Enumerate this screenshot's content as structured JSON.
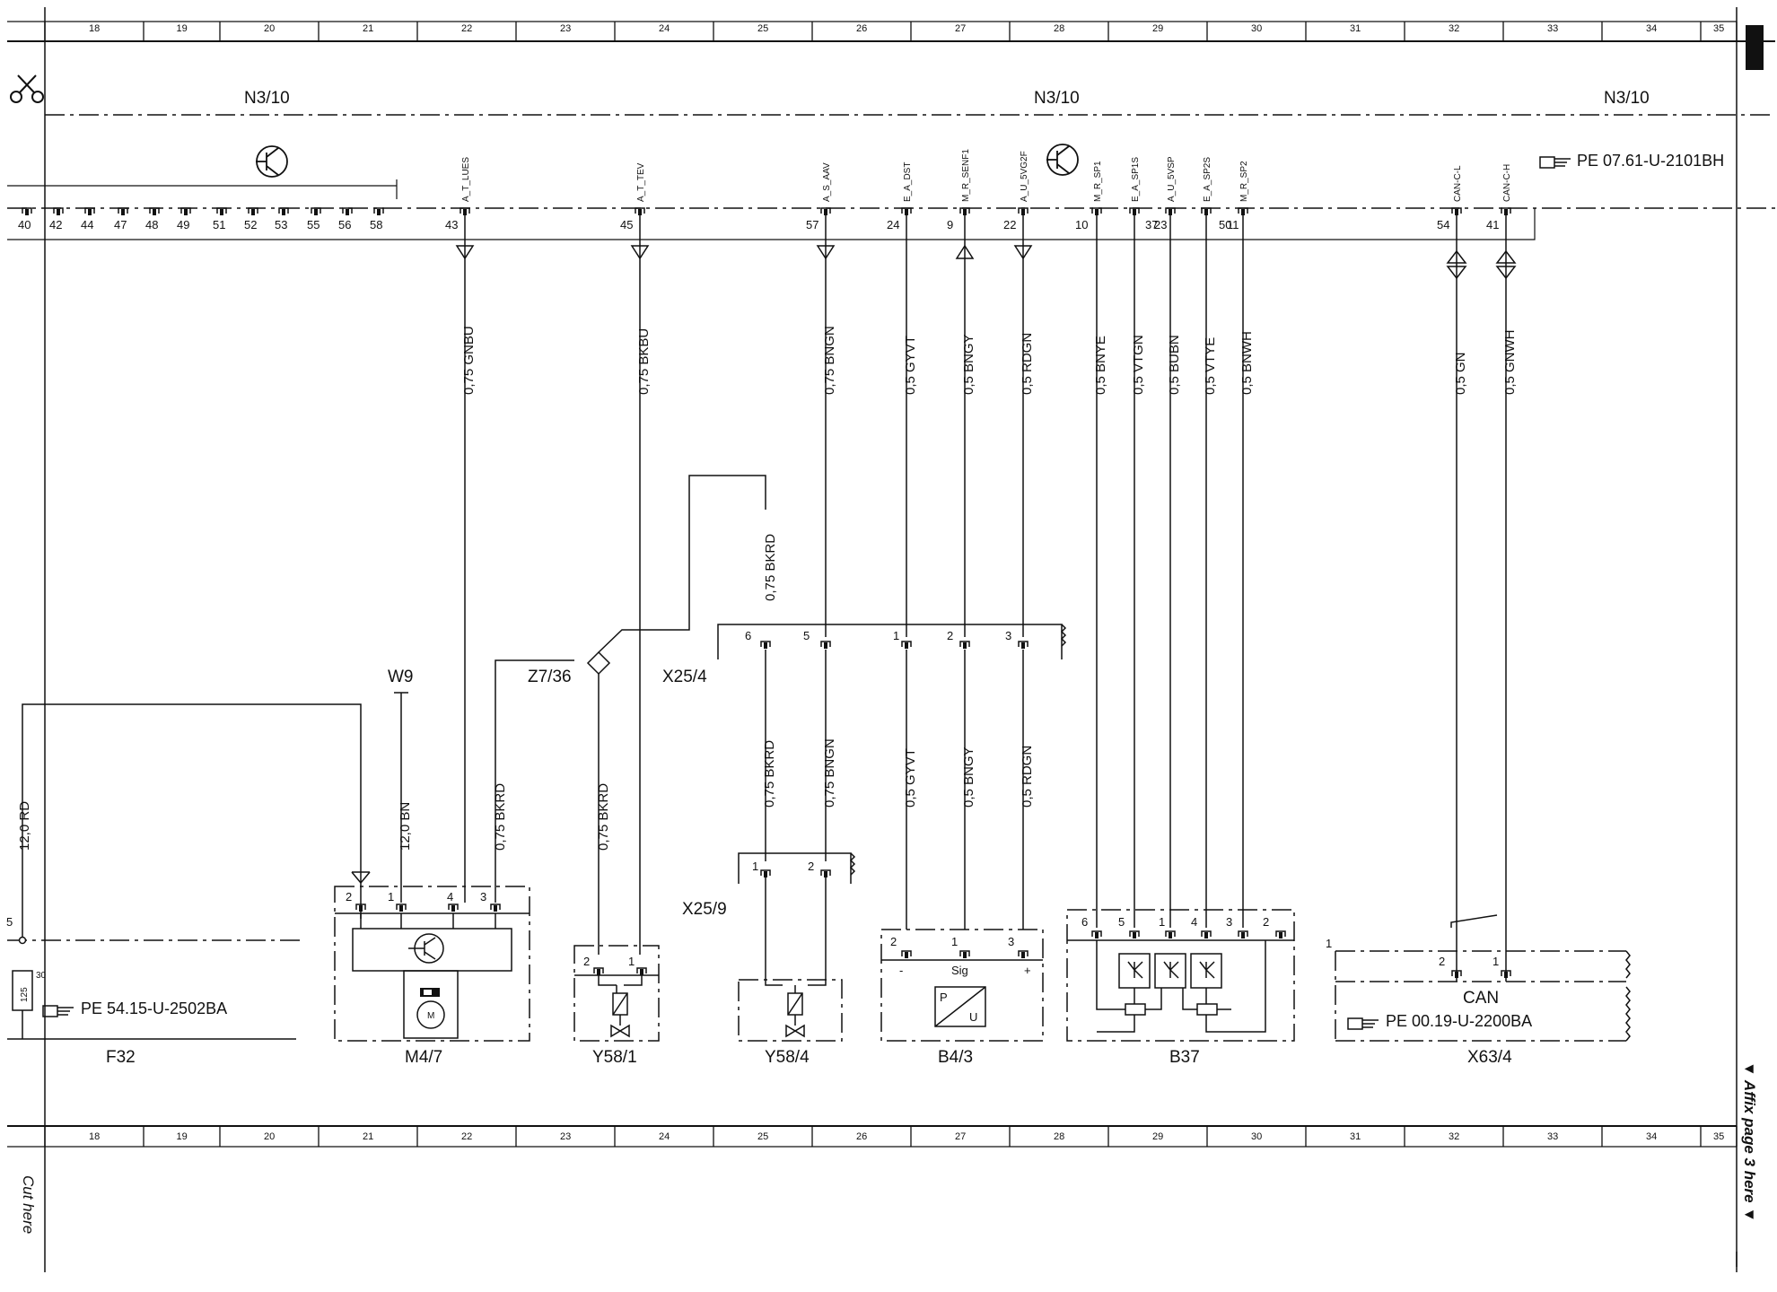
{
  "ruler": {
    "columns": [
      "18",
      "19",
      "20",
      "21",
      "22",
      "23",
      "24",
      "25",
      "26",
      "27",
      "28",
      "29",
      "30",
      "31",
      "32",
      "33",
      "34",
      "35"
    ]
  },
  "module": {
    "name_left": "N3/10",
    "name_mid": "N3/10",
    "name_right": "N3/10",
    "reference": "PE 07.61-U-2101BH",
    "unused_pins": [
      "40",
      "42",
      "44",
      "47",
      "48",
      "49",
      "51",
      "52",
      "53",
      "55",
      "56",
      "58"
    ],
    "pins": [
      {
        "num": "43",
        "signal": "A_T_LUES",
        "wire": "0,75 GNBU"
      },
      {
        "num": "45",
        "signal": "A_T_TEV",
        "wire": "0,75 BKBU"
      },
      {
        "num": "57",
        "signal": "A_S_AAV",
        "wire": "0,75 BNGN"
      },
      {
        "num": "24",
        "signal": "E_A_DST",
        "wire": "0,5 GYVT"
      },
      {
        "num": "9",
        "signal": "M_R_SENF1",
        "wire": "0,5 BNGY"
      },
      {
        "num": "22",
        "signal": "A_U_5VG2F",
        "wire": "0,5 RDGN"
      },
      {
        "num": "10",
        "signal": "M_R_SP1",
        "wire": "0,5 BNYE"
      },
      {
        "num": "37",
        "signal": "E_A_SP1S",
        "wire": "0,5 VTGN"
      },
      {
        "num": "23",
        "signal": "A_U_5VSP",
        "wire": "0,5 BUBN"
      },
      {
        "num": "50",
        "signal": "E_A_SP2S",
        "wire": "0,5 VTYE"
      },
      {
        "num": "11",
        "signal": "M_R_SP2",
        "wire": "0,5 BNWH"
      },
      {
        "num": "54",
        "signal": "CAN-C-L",
        "wire": "0,5 GN"
      },
      {
        "num": "41",
        "signal": "CAN-C-H",
        "wire": "0,5 GNWH"
      }
    ]
  },
  "connectors": {
    "x25_4": {
      "name": "X25/4",
      "pins": [
        "6",
        "5",
        "1",
        "2",
        "3"
      ],
      "upper_wire": "0,75 BKRD",
      "lower_wires": [
        "0,75 BKRD",
        "0,75 BNGN",
        "0,5 GYVT",
        "0,5 BNGY",
        "0,5 RDGN"
      ]
    },
    "x25_9": {
      "name": "X25/9",
      "pins": [
        "1",
        "2"
      ]
    },
    "z7_36": {
      "name": "Z7/36"
    },
    "w9": {
      "name": "W9"
    }
  },
  "components": {
    "f32": {
      "name": "F32",
      "pin": "30",
      "fuse": "125",
      "node": "5",
      "wire": "12,0 RD",
      "reference": "PE 54.15-U-2502BA"
    },
    "m4_7": {
      "name": "M4/7",
      "pins": [
        "2",
        "1",
        "4",
        "3"
      ],
      "wire_ground": "12,0 BN",
      "wire_splice": "0,75 BKRD",
      "motor": "M"
    },
    "y58_1": {
      "name": "Y58/1",
      "pins": [
        "2",
        "1"
      ],
      "wire": "0,75 BKRD"
    },
    "y58_4": {
      "name": "Y58/4"
    },
    "b4_3": {
      "name": "B4/3",
      "pins": [
        "2",
        "1",
        "3"
      ],
      "minus": "-",
      "sig": "Sig",
      "plus": "+",
      "symbol_p": "P",
      "symbol_u": "U"
    },
    "b37": {
      "name": "B37",
      "pins": [
        "6",
        "5",
        "1",
        "4",
        "3",
        "2"
      ]
    },
    "x63_4": {
      "name": "X63/4",
      "pins": [
        "2",
        "1"
      ],
      "node": "1",
      "bus": "CAN",
      "reference": "PE 00.19-U-2200BA"
    }
  },
  "margin": {
    "affix": "▼ Affix page 3 here ▼",
    "cut": "Cut here"
  }
}
